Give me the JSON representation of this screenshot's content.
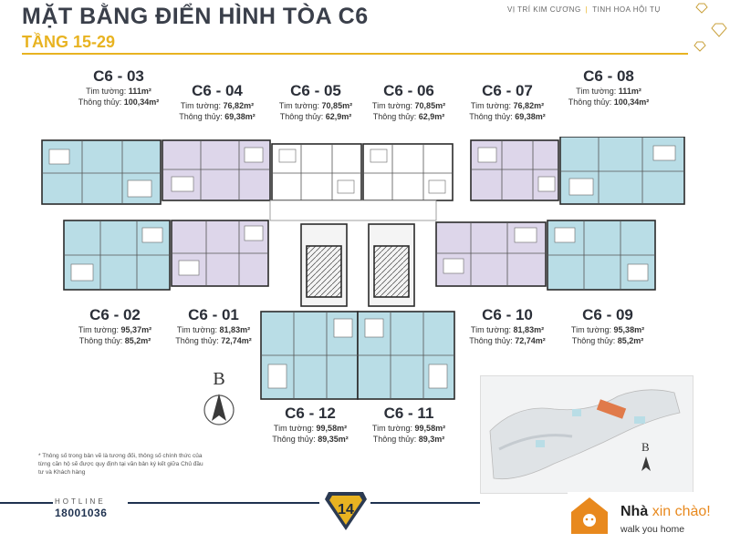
{
  "header": {
    "title": "MẶT BẰNG ĐIỂN HÌNH TÒA C6",
    "subtitle": "TẦNG 15-29",
    "tagline_left": "VỊ TRÍ KIM CƯƠNG",
    "tagline_sep": "|",
    "tagline_right": "TINH HOA HỘI TỤ"
  },
  "units": {
    "c603": {
      "name": "C6 - 03",
      "tt_label": "Tim tường:",
      "tt": "111m²",
      "th_label": "Thông thủy:",
      "th": "100,34m²"
    },
    "c604": {
      "name": "C6 - 04",
      "tt_label": "Tim tường:",
      "tt": "76,82m²",
      "th_label": "Thông thủy:",
      "th": "69,38m²"
    },
    "c605": {
      "name": "C6 - 05",
      "tt_label": "Tim tường:",
      "tt": "70,85m²",
      "th_label": "Thông thủy:",
      "th": "62,9m²"
    },
    "c606": {
      "name": "C6 - 06",
      "tt_label": "Tim tường:",
      "tt": "70,85m²",
      "th_label": "Thông thủy:",
      "th": "62,9m²"
    },
    "c607": {
      "name": "C6 - 07",
      "tt_label": "Tim tường:",
      "tt": "76,82m²",
      "th_label": "Thông thủy:",
      "th": "69,38m²"
    },
    "c608": {
      "name": "C6 - 08",
      "tt_label": "Tim tường:",
      "tt": "111m²",
      "th_label": "Thông thủy:",
      "th": "100,34m²"
    },
    "c602": {
      "name": "C6 - 02",
      "tt_label": "Tim tường:",
      "tt": "95,37m²",
      "th_label": "Thông thủy:",
      "th": "85,2m²"
    },
    "c601": {
      "name": "C6 - 01",
      "tt_label": "Tim tường:",
      "tt": "81,83m²",
      "th_label": "Thông thủy:",
      "th": "72,74m²"
    },
    "c610": {
      "name": "C6 - 10",
      "tt_label": "Tim tường:",
      "tt": "81,83m²",
      "th_label": "Thông thủy:",
      "th": "72,74m²"
    },
    "c609": {
      "name": "C6 - 09",
      "tt_label": "Tim tường:",
      "tt": "95,38m²",
      "th_label": "Thông thủy:",
      "th": "85,2m²"
    },
    "c612": {
      "name": "C6 - 12",
      "tt_label": "Tim tường:",
      "tt": "99,58m²",
      "th_label": "Thông thủy:",
      "th": "89,35m²"
    },
    "c611": {
      "name": "C6 - 11",
      "tt_label": "Tim tường:",
      "tt": "99,58m²",
      "th_label": "Thông thủy:",
      "th": "89,3m²"
    }
  },
  "compass_letter": "B",
  "note": "* Thông số trong bản vẽ là tương đối, thông số chính thức của từng căn hộ sẽ được quy định tại văn bản ký kết giữa Chủ đầu tư và Khách hàng",
  "hotline": {
    "label": "HOTLINE",
    "number": "18001036"
  },
  "page_number": "14",
  "logo": {
    "brand": "Nhà",
    "brand_accent": "xin chào!",
    "slogan": "walk you home"
  },
  "colors": {
    "accent": "#e8b321",
    "navy": "#1f3250",
    "plan_blue": "#b9dde6",
    "plan_violet": "#ddd6ea",
    "logo_orange": "#e8891e"
  }
}
